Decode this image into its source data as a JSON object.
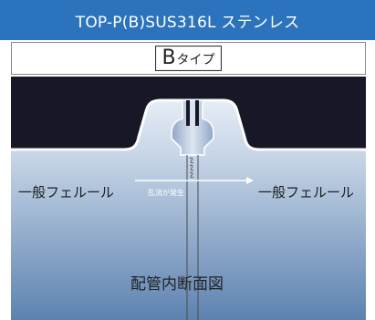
{
  "header": {
    "title": "TOP-P(B)SUS316L ステンレス"
  },
  "type_label": {
    "letter": "B",
    "rest": "タイプ"
  },
  "diagram": {
    "ferrule_left": "一般フェルール",
    "ferrule_right": "一般フェルール",
    "turbulence_note": "乱流が発生",
    "section_title": "配管内断面図"
  },
  "colors": {
    "header_bg": "#2c73bd",
    "ferrule_dark": "#161827",
    "pipe_gradient_top": "#f4f8fc",
    "pipe_gradient_bottom": "#5d82b0"
  }
}
